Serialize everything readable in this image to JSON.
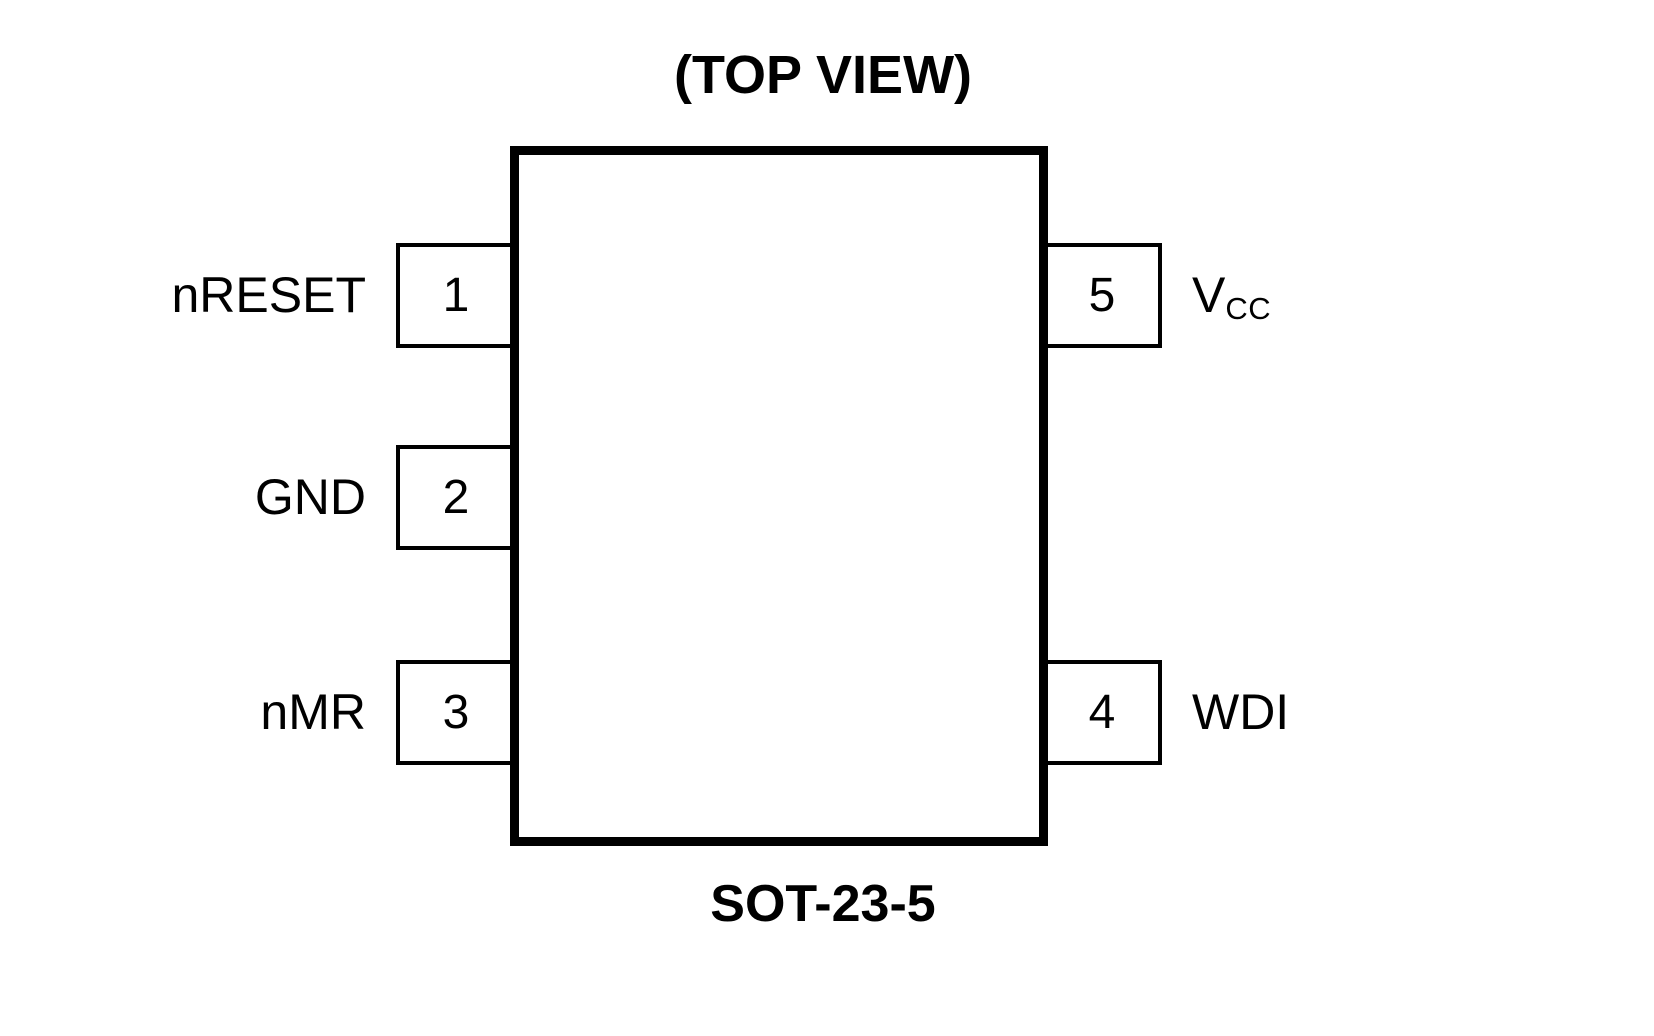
{
  "diagram": {
    "title": "(TOP VIEW)",
    "package": "SOT-23-5",
    "pins": [
      {
        "number": "1",
        "name": "nRESET",
        "name_base": "nRESET",
        "name_sub": "",
        "side": "left"
      },
      {
        "number": "2",
        "name": "GND",
        "name_base": "GND",
        "name_sub": "",
        "side": "left"
      },
      {
        "number": "3",
        "name": "nMR",
        "name_base": "nMR",
        "name_sub": "",
        "side": "left"
      },
      {
        "number": "4",
        "name": "WDI",
        "name_base": "WDI",
        "name_sub": "",
        "side": "right"
      },
      {
        "number": "5",
        "name": "VCC",
        "name_base": "V",
        "name_sub": "CC",
        "side": "right"
      }
    ],
    "colors": {
      "line": "#000000",
      "background": "#ffffff",
      "text": "#000000"
    }
  }
}
